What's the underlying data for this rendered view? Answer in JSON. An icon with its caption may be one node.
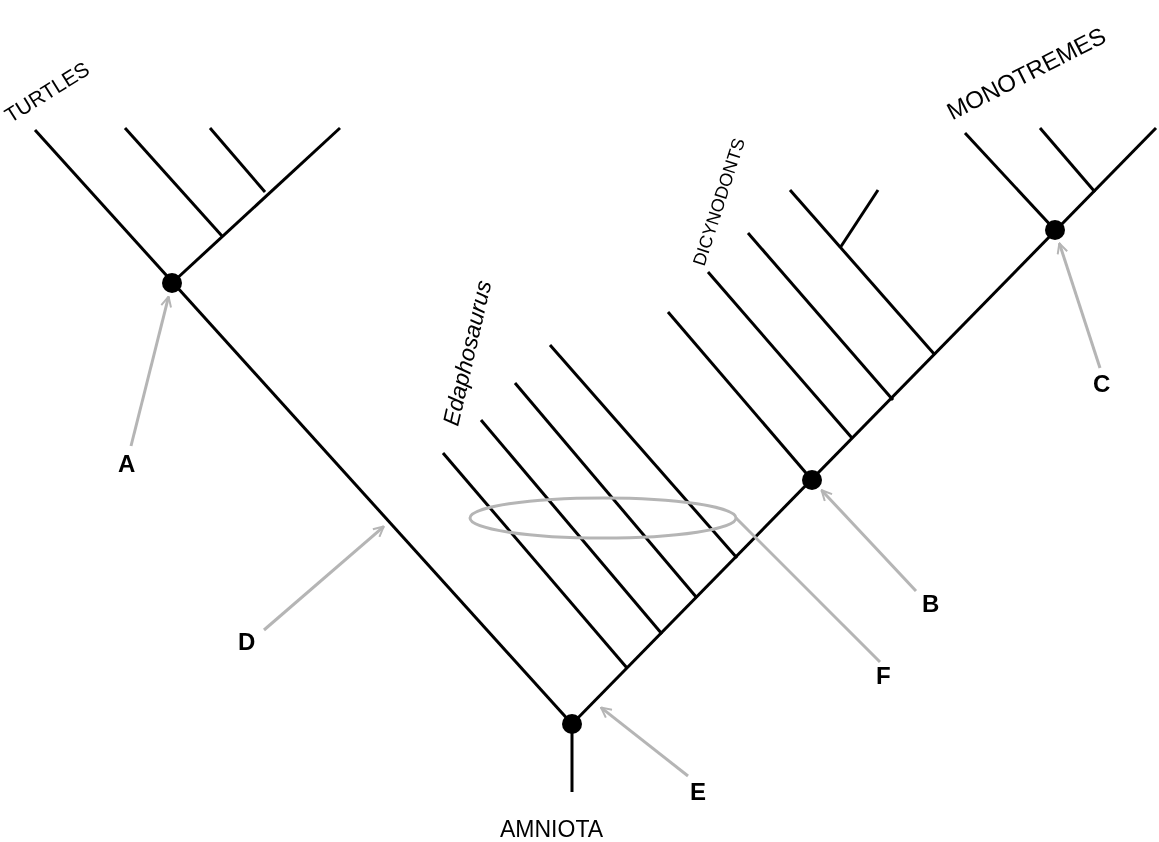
{
  "diagram": {
    "nodes": [
      {
        "text": [
          "A"
        ]
      },
      {
        "text": [
          "B"
        ]
      },
      {
        "text": [
          "C"
        ]
      },
      {
        "text": [
          "D"
        ]
      },
      {
        "text": [
          "E"
        ]
      },
      {
        "text": [
          "F"
        ]
      },
      {
        "text": [],
        "shape": "circle"
      },
      {
        "text": [],
        "shape": "circle"
      },
      {
        "text": [],
        "shape": "circle"
      },
      {
        "text": [],
        "shape": "ellipse"
      }
    ],
    "edges": [
      {
        "from": 0,
        "to": 6,
        "arrow": "to"
      },
      {
        "from": 1,
        "to": 7,
        "arrow": "to"
      },
      {
        "from": 2,
        "to": 8,
        "arrow": "to"
      },
      {
        "from": 3,
        "to": null,
        "arrow": "to"
      },
      {
        "from": 4,
        "to": null,
        "arrow": "to"
      },
      {
        "from": 5,
        "to": 9,
        "arrow": "none"
      }
    ],
    "labels": [
      "TURTLES",
      "MONOTREMES",
      "DICYNODONTS",
      "Edaphosaurus",
      "AMNIOTA"
    ]
  }
}
